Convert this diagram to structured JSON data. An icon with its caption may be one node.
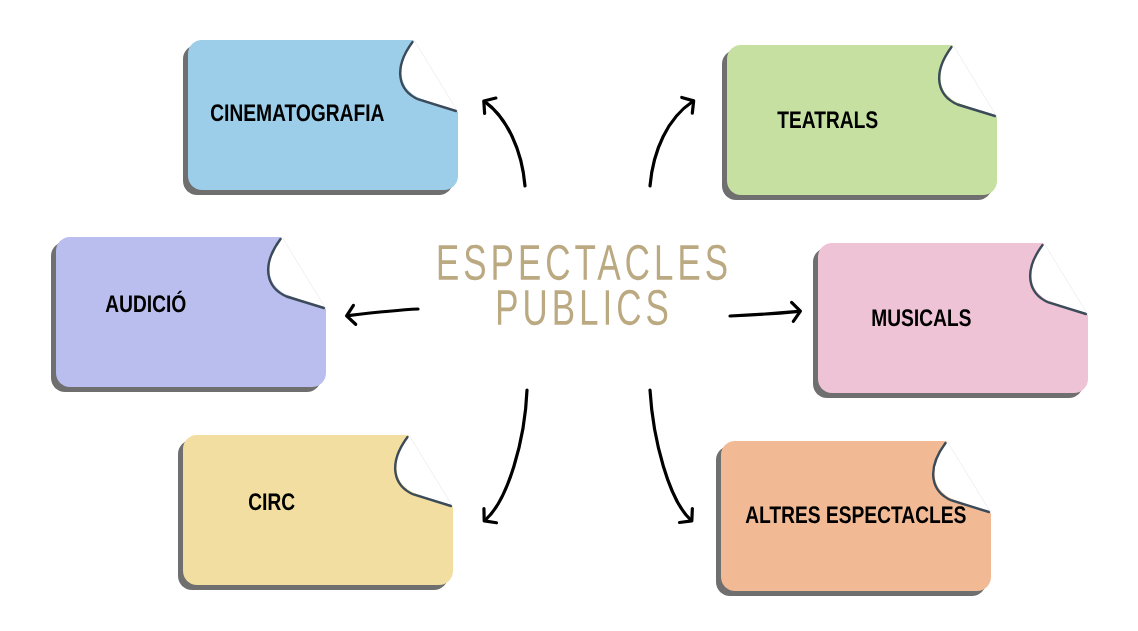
{
  "diagram": {
    "nodes": [
      {
        "text": [
          "ESPECTACLES PUBLICS"
        ]
      },
      {
        "text": [
          "CINEMATOGRAFIA"
        ]
      },
      {
        "text": [
          "TEATRALS"
        ]
      },
      {
        "text": [
          "AUDICIÓ"
        ]
      },
      {
        "text": [
          "MUSICALS"
        ]
      },
      {
        "text": [
          "CIRC"
        ]
      },
      {
        "text": [
          "ALTRES ESPECTACLES"
        ]
      }
    ],
    "edges": [
      {
        "from": 0,
        "to": 1,
        "arrow": "to"
      },
      {
        "from": 0,
        "to": 2,
        "arrow": "to"
      },
      {
        "from": 0,
        "to": 3,
        "arrow": "to"
      },
      {
        "from": 0,
        "to": 4,
        "arrow": "to"
      },
      {
        "from": 0,
        "to": 5,
        "arrow": "to"
      },
      {
        "from": 0,
        "to": 6,
        "arrow": "to"
      }
    ]
  }
}
